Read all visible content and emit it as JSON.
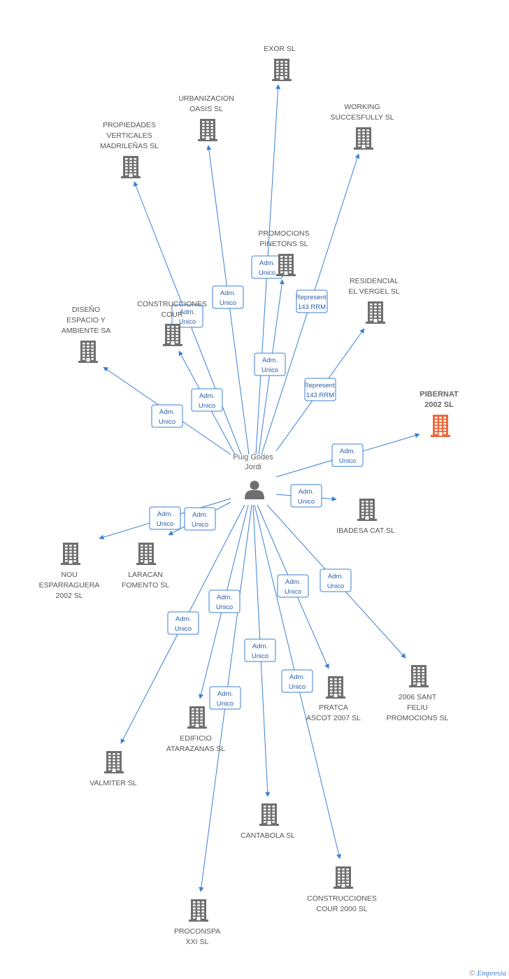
{
  "center": {
    "name_line1": "Puig Godes",
    "name_line2": "Jordi",
    "icon": "person-icon"
  },
  "companies": [
    {
      "id": "exor",
      "lines": [
        "EXOR SL"
      ],
      "highlight": false
    },
    {
      "id": "urbanizacion",
      "lines": [
        "URBANIZACION",
        "OASIS SL"
      ],
      "highlight": false
    },
    {
      "id": "working",
      "lines": [
        "WORKING",
        "SUCCESFULLY SL"
      ],
      "highlight": false
    },
    {
      "id": "propiedades",
      "lines": [
        "PROPIEDADES",
        "VERTICALES",
        "MADRILEÑAS SL"
      ],
      "highlight": false
    },
    {
      "id": "promocions",
      "lines": [
        "PROMOCIONS",
        "PINETONS SL"
      ],
      "highlight": false
    },
    {
      "id": "residencial",
      "lines": [
        "RESIDENCIAL",
        "EL VERGEL SL"
      ],
      "highlight": false
    },
    {
      "id": "construcciones_cour",
      "lines": [
        "CONSTRUCCIONES",
        "COUR"
      ],
      "highlight": false
    },
    {
      "id": "diseno",
      "lines": [
        "DISEÑO",
        "ESPACIO Y",
        "AMBIENTE SA"
      ],
      "highlight": false
    },
    {
      "id": "pibernat",
      "lines": [
        "PIBERNAT",
        "2002 SL"
      ],
      "highlight": true
    },
    {
      "id": "ibadesa",
      "lines": [
        "IBADESA CAT SL"
      ],
      "highlight": false
    },
    {
      "id": "nou",
      "lines": [
        "NOU",
        "ESPARRAGUERA",
        "2002 SL"
      ],
      "highlight": false
    },
    {
      "id": "laracan",
      "lines": [
        "LARACAN",
        "FOMENTO SL"
      ],
      "highlight": false
    },
    {
      "id": "sant_feliu",
      "lines": [
        "2006 SANT",
        "FELIU",
        "PROMOCIONS SL"
      ],
      "highlight": false
    },
    {
      "id": "pratca",
      "lines": [
        "PRATCA",
        "ASCOT 2007 SL"
      ],
      "highlight": false
    },
    {
      "id": "edificio",
      "lines": [
        "EDIFICIO",
        "ATARAZANAS SL"
      ],
      "highlight": false
    },
    {
      "id": "valmiter",
      "lines": [
        "VALMITER SL"
      ],
      "highlight": false
    },
    {
      "id": "cantabola",
      "lines": [
        "CANTABOLA SL"
      ],
      "highlight": false
    },
    {
      "id": "cour2000",
      "lines": [
        "CONSTRUCCIONES",
        "COUR 2000 SL"
      ],
      "highlight": false
    },
    {
      "id": "proconspa",
      "lines": [
        "PROCONSPA",
        "XXI SL"
      ],
      "highlight": false
    }
  ],
  "relations": [
    {
      "target": "exor",
      "lines": [
        "Adm.",
        "Unico"
      ]
    },
    {
      "target": "urbanizacion",
      "lines": [
        "Adm.",
        "Unico"
      ]
    },
    {
      "target": "working",
      "lines": [
        "Represent.",
        "143 RRM"
      ]
    },
    {
      "target": "propiedades",
      "lines": [
        "Adm.",
        "Unico"
      ]
    },
    {
      "target": "promocions",
      "lines": [
        "Adm.",
        "Unico"
      ]
    },
    {
      "target": "residencial",
      "lines": [
        "Represent.",
        "143 RRM"
      ]
    },
    {
      "target": "construcciones_cour",
      "lines": [
        "Adm.",
        "Unico"
      ]
    },
    {
      "target": "diseno",
      "lines": [
        "Adm.",
        "Unico"
      ]
    },
    {
      "target": "pibernat",
      "lines": [
        "Adm.",
        "Unico"
      ]
    },
    {
      "target": "ibadesa",
      "lines": [
        "Adm.",
        "Unico"
      ]
    },
    {
      "target": "nou",
      "lines": [
        "Adm.",
        "Unico"
      ]
    },
    {
      "target": "laracan",
      "lines": [
        "Adm.",
        "Unico"
      ]
    },
    {
      "target": "sant_feliu",
      "lines": [
        "Adm.",
        "Unico"
      ]
    },
    {
      "target": "pratca",
      "lines": [
        "Adm.",
        "Unico"
      ]
    },
    {
      "target": "edificio",
      "lines": [
        "Adm.",
        "Unico"
      ]
    },
    {
      "target": "valmiter",
      "lines": [
        "Adm.",
        "Unico"
      ]
    },
    {
      "target": "cantabola",
      "lines": [
        "Adm.",
        "Unico"
      ]
    },
    {
      "target": "cour2000",
      "lines": [
        "Adm.",
        "Unico"
      ]
    },
    {
      "target": "proconspa",
      "lines": [
        "Adm.",
        "Unico"
      ]
    }
  ],
  "colors": {
    "edge": "#3a7fd5",
    "building": "#6f6f6f",
    "highlight": "#f0673a",
    "person": "#6f6f6f"
  },
  "credit": {
    "copyright": "©",
    "brand": "Empresia"
  }
}
